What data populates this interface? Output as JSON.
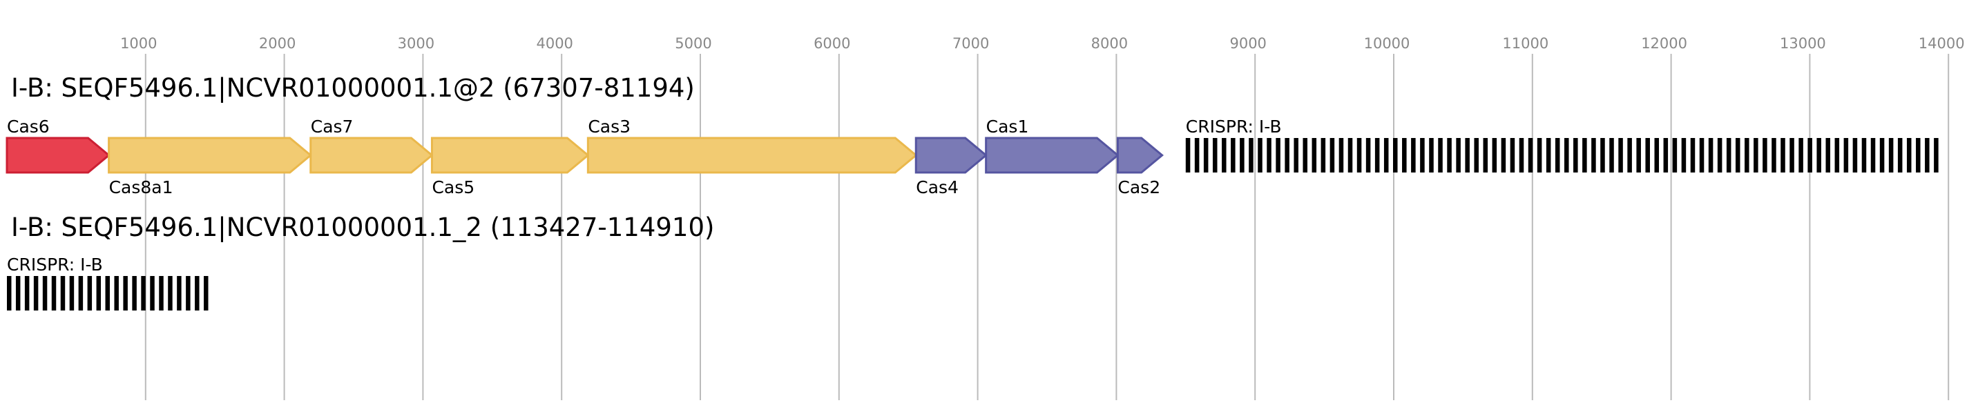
{
  "axis": {
    "ticks": [
      1000,
      2000,
      3000,
      4000,
      5000,
      6000,
      7000,
      8000,
      9000,
      10000,
      11000,
      12000,
      13000,
      14000
    ]
  },
  "colors": {
    "red": "#e8404f",
    "red_stroke": "#cc1f33",
    "yellow": "#f2cb72",
    "yellow_stroke": "#eab84c",
    "purple": "#7a7ab5",
    "purple_stroke": "#5555a0",
    "crispr": "#000000",
    "grid": "#bbbbbb"
  },
  "tracks": [
    {
      "title": "I-B: SEQF5496.1|NCVR01000001.1@2 (67307-81194)",
      "genes": [
        {
          "name": "Cas6",
          "start": 0,
          "end": 735,
          "color": "red",
          "label_pos": "above"
        },
        {
          "name": "Cas8a1",
          "start": 735,
          "end": 2190,
          "color": "yellow",
          "label_pos": "below"
        },
        {
          "name": "Cas7",
          "start": 2190,
          "end": 3065,
          "color": "yellow",
          "label_pos": "above"
        },
        {
          "name": "Cas5",
          "start": 3065,
          "end": 4190,
          "color": "yellow",
          "label_pos": "below"
        },
        {
          "name": "Cas3",
          "start": 4190,
          "end": 6555,
          "color": "yellow",
          "label_pos": "above"
        },
        {
          "name": "Cas4",
          "start": 6555,
          "end": 7060,
          "color": "purple",
          "label_pos": "below"
        },
        {
          "name": "Cas1",
          "start": 7060,
          "end": 8010,
          "color": "purple",
          "label_pos": "above"
        },
        {
          "name": "Cas2",
          "start": 8010,
          "end": 8330,
          "color": "purple",
          "label_pos": "below"
        }
      ],
      "crispr": {
        "label": "CRISPR: I-B",
        "start": 8500,
        "end": 13960,
        "repeats": 84
      }
    },
    {
      "title": "I-B: SEQF5496.1|NCVR01000001.1_2 (113427-114910)",
      "genes": [],
      "crispr": {
        "label": "CRISPR: I-B",
        "start": 0,
        "end": 1484,
        "repeats": 23
      }
    }
  ]
}
